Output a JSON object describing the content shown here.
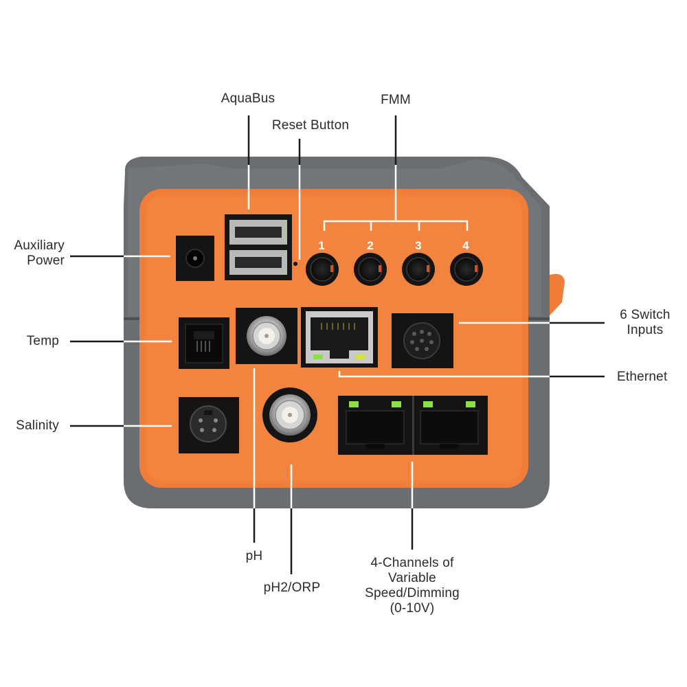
{
  "labels": {
    "aquabus": "AquaBus",
    "reset_button": "Reset Button",
    "fmm": "FMM",
    "auxiliary_power": "Auxiliary\nPower",
    "temp": "Temp",
    "salinity": "Salinity",
    "switch_inputs": "6 Switch\nInputs",
    "ethernet": "Ethernet",
    "ph": "pH",
    "ph2_orp": "pH2/ORP",
    "variable_speed": "4-Channels of\nVariable\nSpeed/Dimming\n(0-10V)"
  },
  "fmm_ports": [
    "1",
    "2",
    "3",
    "4"
  ],
  "colors": {
    "housing_gray": "#6b6e71",
    "panel_orange": "#f07d3a",
    "port_black": "#141414",
    "leader_line": "#1a1a1a",
    "led_green": "#8be04a",
    "led_yellow": "#d8e23a"
  }
}
